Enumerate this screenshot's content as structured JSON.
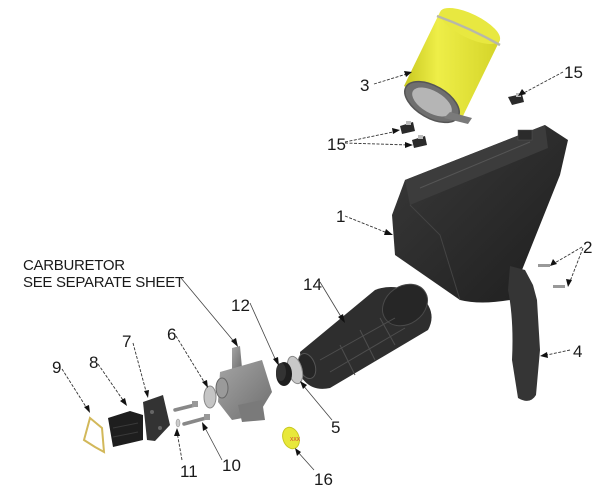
{
  "diagram": {
    "type": "exploded-parts-diagram",
    "note": {
      "line1": "CARBURETOR",
      "line2": "SEE SEPARATE SHEET"
    },
    "callouts": [
      {
        "id": "1",
        "label": "1",
        "part": "airbox"
      },
      {
        "id": "2",
        "label": "2",
        "part": "screws"
      },
      {
        "id": "3",
        "label": "3",
        "part": "air-filter"
      },
      {
        "id": "4",
        "label": "4",
        "part": "side-cover"
      },
      {
        "id": "5",
        "label": "5",
        "part": "clamp-ring"
      },
      {
        "id": "6",
        "label": "6",
        "part": "spacer"
      },
      {
        "id": "7",
        "label": "7",
        "part": "reed-block"
      },
      {
        "id": "8",
        "label": "8",
        "part": "reed-valve"
      },
      {
        "id": "9",
        "label": "9",
        "part": "gasket"
      },
      {
        "id": "10",
        "label": "10",
        "part": "bolts"
      },
      {
        "id": "11",
        "label": "11",
        "part": "washer"
      },
      {
        "id": "12",
        "label": "12",
        "part": "rubber-coupler"
      },
      {
        "id": "14",
        "label": "14",
        "part": "intake-boot"
      },
      {
        "id": "15a",
        "label": "15",
        "part": "clip"
      },
      {
        "id": "15b",
        "label": "15",
        "part": "clips"
      },
      {
        "id": "16",
        "label": "16",
        "part": "yellow-band"
      }
    ],
    "colors": {
      "filter_yellow": "#e6e63a",
      "dark_part": "#2e2e2e",
      "gray_part": "#8a8a8a",
      "gasket": "#d9c36a"
    }
  }
}
